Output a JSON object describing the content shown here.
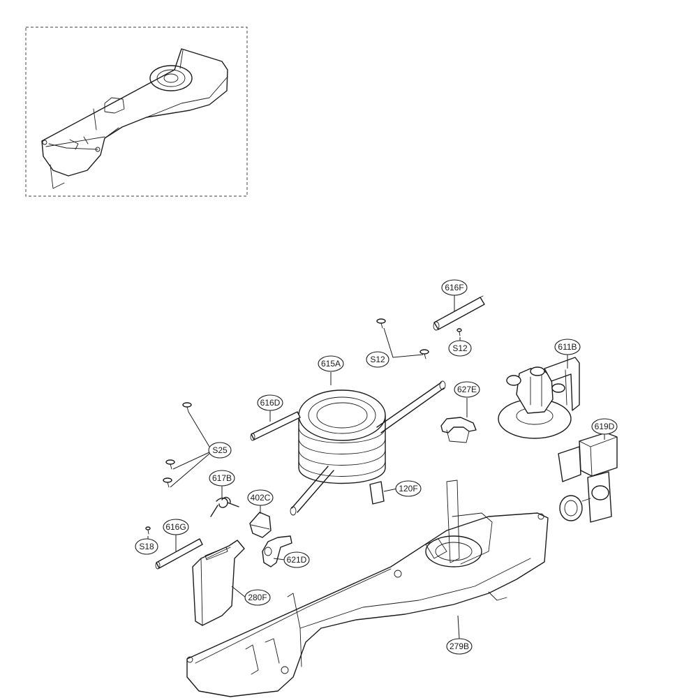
{
  "diagram": {
    "callouts": [
      {
        "id": "616F",
        "label": "616F"
      },
      {
        "id": "S12a",
        "label": "S12"
      },
      {
        "id": "S12b",
        "label": "S12"
      },
      {
        "id": "611B",
        "label": "611B"
      },
      {
        "id": "615A",
        "label": "615A"
      },
      {
        "id": "616D",
        "label": "616D"
      },
      {
        "id": "627E",
        "label": "627E"
      },
      {
        "id": "619D",
        "label": "619D"
      },
      {
        "id": "S25",
        "label": "S25"
      },
      {
        "id": "617B",
        "label": "617B"
      },
      {
        "id": "402C",
        "label": "402C"
      },
      {
        "id": "120F",
        "label": "120F"
      },
      {
        "id": "616G",
        "label": "616G"
      },
      {
        "id": "S18",
        "label": "S18"
      },
      {
        "id": "621D",
        "label": "621D"
      },
      {
        "id": "280F",
        "label": "280F"
      },
      {
        "id": "279B",
        "label": "279B"
      }
    ]
  }
}
